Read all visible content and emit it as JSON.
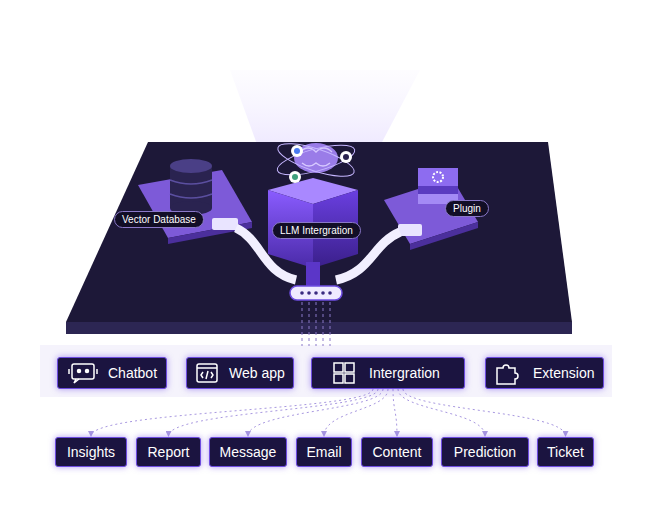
{
  "diagram": {
    "nodes": [
      {
        "text": [
          "Vector Database"
        ]
      },
      {
        "text": [
          "LLM Intergration"
        ]
      },
      {
        "text": [
          "Plugin"
        ]
      },
      {
        "text": [
          "Chatbot"
        ]
      },
      {
        "text": [
          "Web app"
        ]
      },
      {
        "text": [
          "Intergration"
        ]
      },
      {
        "text": [
          "Extension"
        ]
      },
      {
        "text": [
          "Insights"
        ]
      },
      {
        "text": [
          "Report"
        ]
      },
      {
        "text": [
          "Message"
        ]
      },
      {
        "text": [
          "Email"
        ]
      },
      {
        "text": [
          "Content"
        ]
      },
      {
        "text": [
          "Prediction"
        ]
      },
      {
        "text": [
          "Ticket"
        ]
      }
    ],
    "edges": [
      {
        "from": 5,
        "to": 7,
        "arrow": "to"
      },
      {
        "from": 5,
        "to": 8,
        "arrow": "to"
      },
      {
        "from": 5,
        "to": 9,
        "arrow": "to"
      },
      {
        "from": 5,
        "to": 10,
        "arrow": "to"
      },
      {
        "from": 5,
        "to": 11,
        "arrow": "to"
      },
      {
        "from": 5,
        "to": 12,
        "arrow": "to"
      },
      {
        "from": 5,
        "to": 13,
        "arrow": "to"
      }
    ]
  }
}
